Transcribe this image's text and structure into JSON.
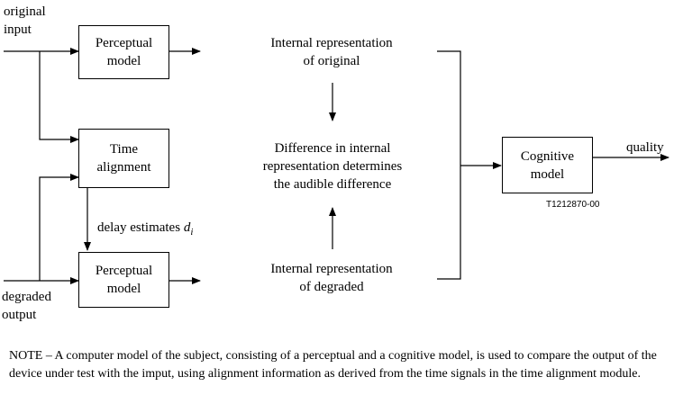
{
  "inputs": {
    "original": [
      "original",
      "input"
    ],
    "degraded": [
      "degraded",
      "output"
    ]
  },
  "boxes": {
    "perceptual_top": [
      "Perceptual",
      "model"
    ],
    "time_alignment": [
      "Time",
      "alignment"
    ],
    "perceptual_bottom": [
      "Perceptual",
      "model"
    ],
    "cognitive": [
      "Cognitive",
      "model"
    ]
  },
  "texts": {
    "internal_original": [
      "Internal representation",
      "of original"
    ],
    "difference": [
      "Difference in internal",
      "representation determines",
      "the audible difference"
    ],
    "internal_degraded": [
      "Internal representation",
      "of degraded"
    ],
    "delay": "delay  estimates",
    "delay_symbol": "d",
    "delay_subscript": "i",
    "quality": "quality",
    "figure_code": "T1212870-00"
  },
  "note": "NOTE – A computer model of the subject, consisting of a perceptual and a cognitive model, is used to compare the output of the device under test with the imput, using alignment information as derived from the time signals in the time alignment module."
}
